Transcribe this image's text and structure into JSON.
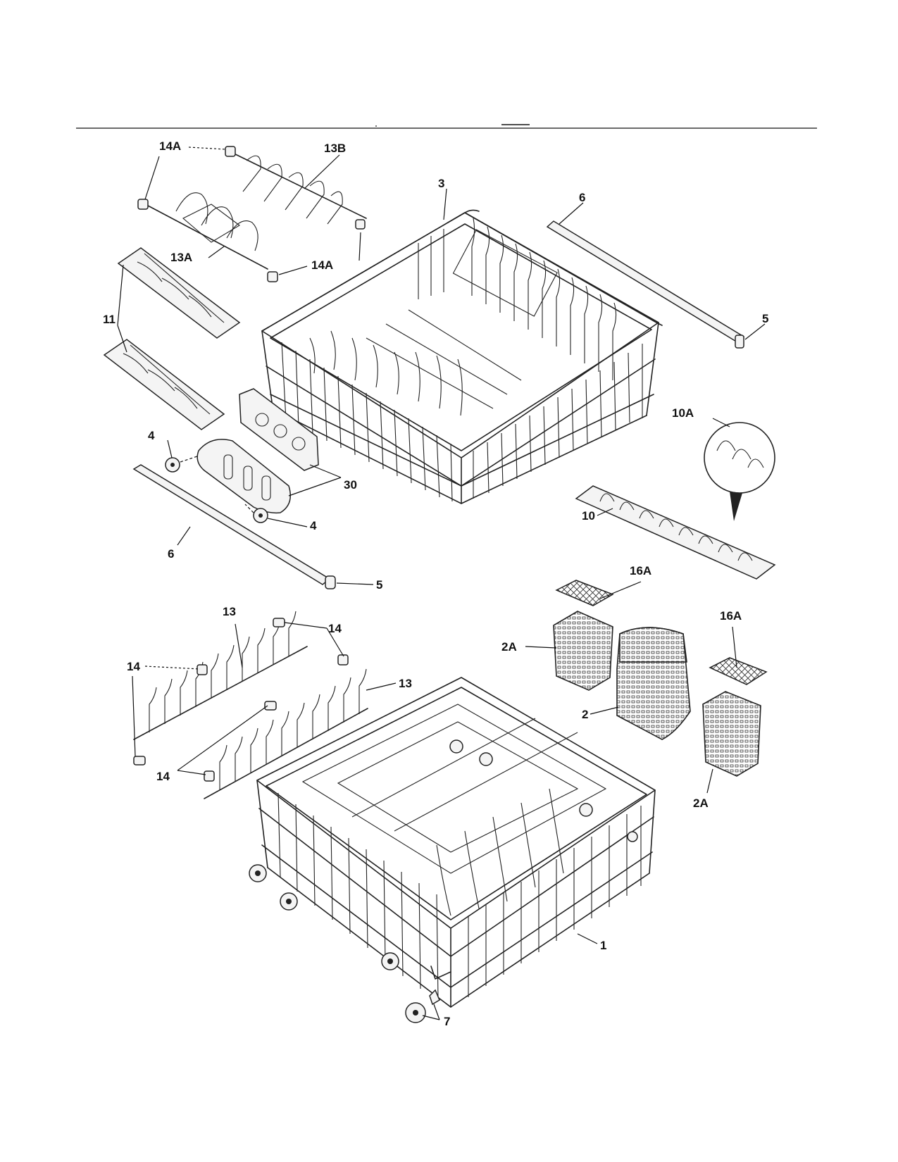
{
  "callouts": {
    "l14a_top": "14A",
    "l13b": "13B",
    "l13a": "13A",
    "l14a_mid": "14A",
    "l3": "3",
    "l6_top": "6",
    "l5_top": "5",
    "l11": "11",
    "l10a": "10A",
    "l4_left": "4",
    "l30": "30",
    "l4_bottom": "4",
    "l10": "10",
    "l6_bottom": "6",
    "l5_bottom": "5",
    "l16a_top": "16A",
    "l13_top": "13",
    "l14_right": "14",
    "l14_left": "14",
    "l2a_left": "2A",
    "l16a_right": "16A",
    "l13_right": "13",
    "l2": "2",
    "l14_bottom": "14",
    "l2a_bottom": "2A",
    "l1": "1",
    "l7": "7"
  }
}
